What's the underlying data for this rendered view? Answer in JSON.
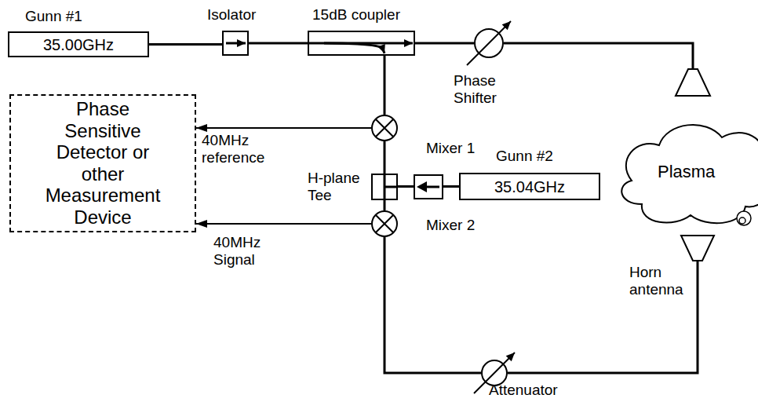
{
  "diagram": {
    "nodes": [
      {
        "text": [
          "Gunn #1",
          "35.00GHz"
        ]
      },
      {
        "text": [
          "Isolator"
        ]
      },
      {
        "text": [
          "15dB coupler"
        ]
      },
      {
        "text": [
          "Phase Shifter"
        ]
      },
      {
        "text": [
          "Phase Sensitive Detector or other Measurement Device"
        ]
      },
      {
        "text": [
          "Mixer 1"
        ]
      },
      {
        "text": [
          "Gunn #2",
          "35.04GHz"
        ]
      },
      {
        "text": [
          "H-plane Tee"
        ]
      },
      {
        "text": [
          "Plasma"
        ]
      },
      {
        "text": [
          "Mixer 2"
        ]
      },
      {
        "text": [
          "Horn antenna"
        ]
      },
      {
        "text": [
          "Attenuator"
        ]
      }
    ],
    "edges": [
      {
        "from": 0,
        "to": 1,
        "arrow": "none"
      },
      {
        "from": 1,
        "to": 2,
        "arrow": "none"
      },
      {
        "from": 2,
        "to": 3,
        "arrow": "none"
      },
      {
        "from": 2,
        "to": 5,
        "arrow": "none"
      },
      {
        "from": 5,
        "to": 7,
        "arrow": "none"
      },
      {
        "from": 7,
        "to": 9,
        "arrow": "none"
      },
      {
        "from": 6,
        "to": 7,
        "arrow": "none"
      },
      {
        "from": 9,
        "to": 11,
        "arrow": "none"
      },
      {
        "from": 11,
        "to": 10,
        "arrow": "none"
      },
      {
        "from": 5,
        "to": 4,
        "arrow": "to",
        "label": "40MHz reference"
      },
      {
        "from": 9,
        "to": 4,
        "arrow": "to",
        "label": "40MHz Signal"
      }
    ]
  }
}
